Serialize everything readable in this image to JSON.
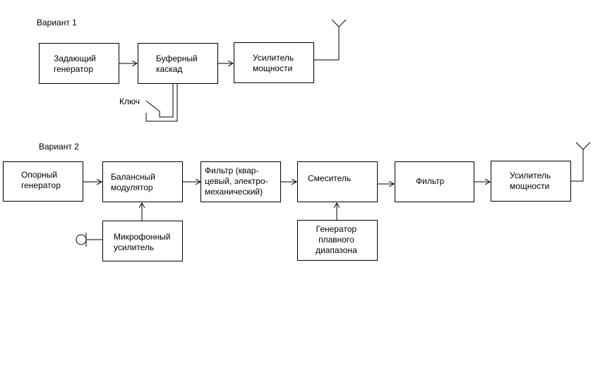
{
  "variant1": {
    "title": "Вариант 1",
    "master_oscillator": "Задающий\nгенератор",
    "buffer_stage": "Буферный\nкаскад",
    "power_amplifier": "Усилитель\nмощности",
    "key_label": "Ключ"
  },
  "variant2": {
    "title": "Вариант 2",
    "reference_oscillator": "Опорный\nгенератор",
    "balanced_modulator": "Балансный\nмодулятор",
    "filter_quartz": "Фильтр (квар-\nцевый, электро-\nмеханический)",
    "mixer": "Смеситель",
    "filter": "Фильтр",
    "power_amplifier": "Усилитель\nмощности",
    "mic_amplifier": "Микрофонный\nусилитель",
    "vfo": "Генератор\nплавного\nдиапазона"
  },
  "icons": [
    "antenna-icon",
    "microphone-icon",
    "key-switch-icon"
  ]
}
